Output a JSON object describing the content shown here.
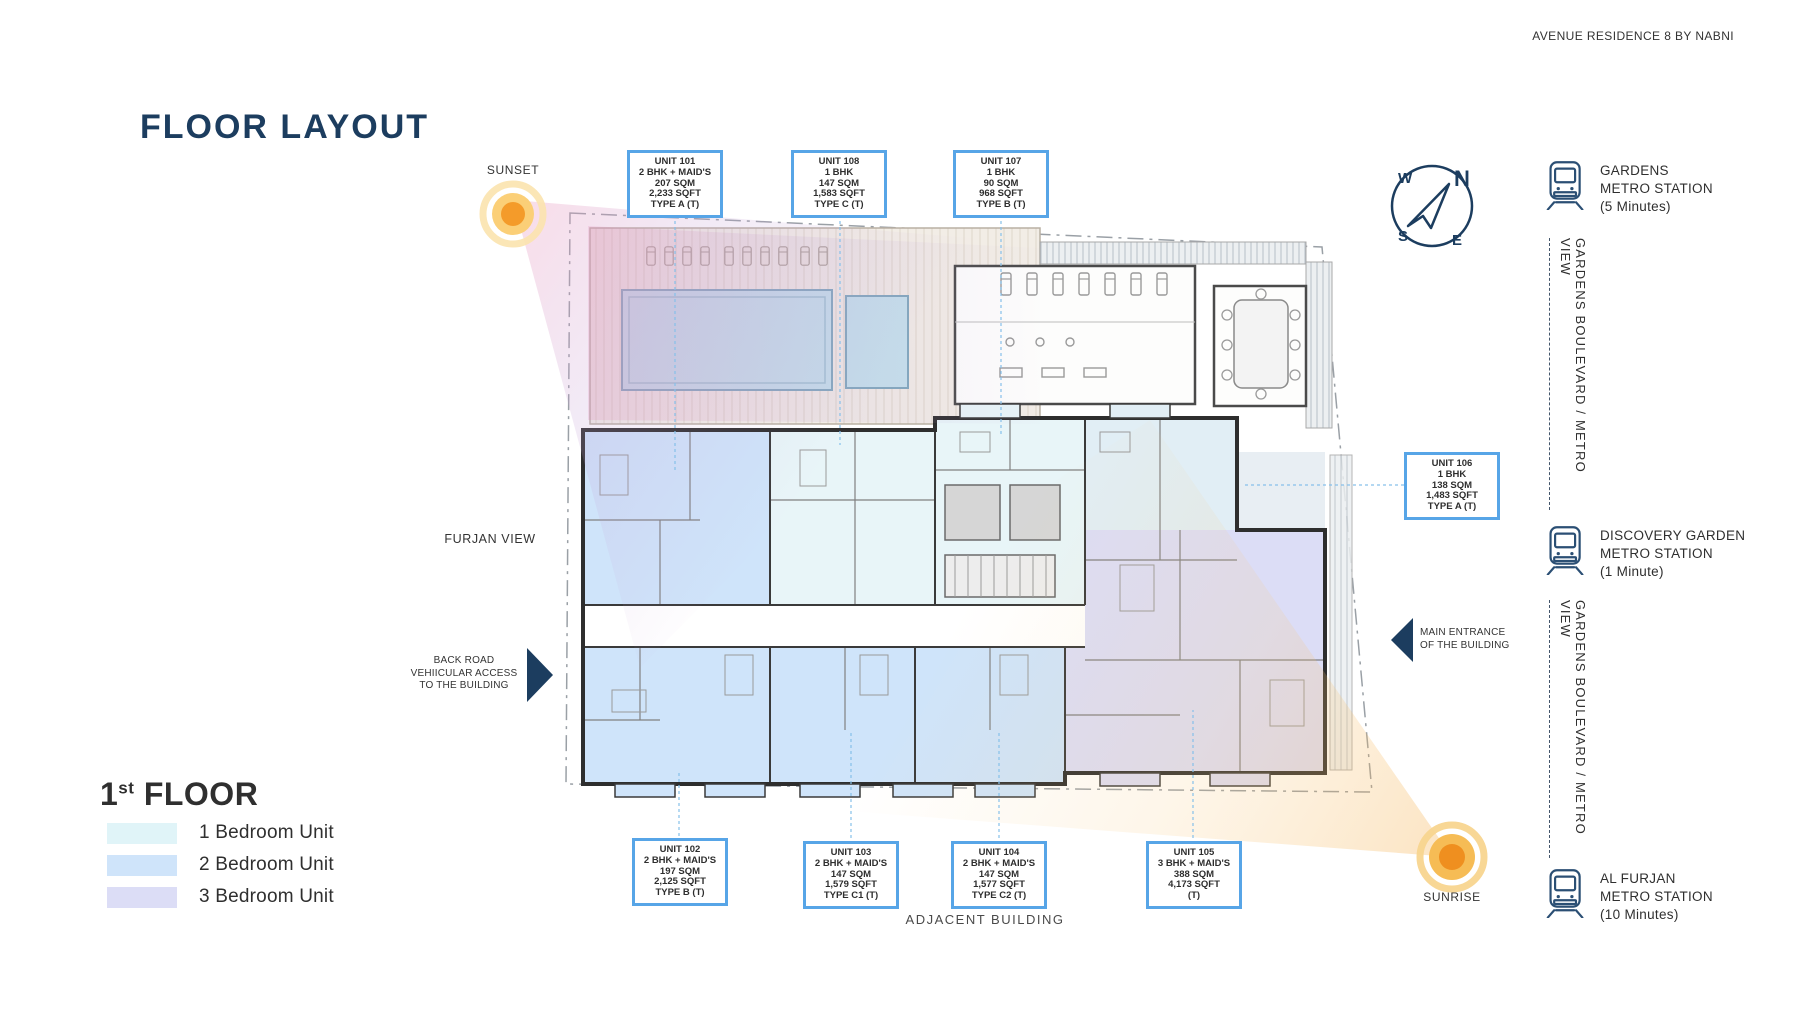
{
  "header": {
    "brand": "AVENUE RESIDENCE 8 BY NABNI",
    "title": "FLOOR LAYOUT"
  },
  "floor": {
    "number": "1",
    "sup": "st",
    "rest": " FLOOR"
  },
  "legend": {
    "items": [
      {
        "label": "1 Bedroom Unit",
        "color": "#E0F4F8"
      },
      {
        "label": "2 Bedroom Unit",
        "color": "#CFE4FA"
      },
      {
        "label": "3 Bedroom Unit",
        "color": "#DCDDF6"
      }
    ]
  },
  "units": {
    "u101": {
      "name": "UNIT 101",
      "config": "2 BHK + MAID'S",
      "sqm": "207 SQM",
      "sqft": "2,233 SQFT",
      "type": "TYPE A (T)"
    },
    "u108": {
      "name": "UNIT 108",
      "config": "1 BHK",
      "sqm": "147 SQM",
      "sqft": "1,583 SQFT",
      "type": "TYPE C (T)"
    },
    "u107": {
      "name": "UNIT 107",
      "config": "1 BHK",
      "sqm": "90 SQM",
      "sqft": "968 SQFT",
      "type": "TYPE B (T)"
    },
    "u106": {
      "name": "UNIT 106",
      "config": "1 BHK",
      "sqm": "138 SQM",
      "sqft": "1,483 SQFT",
      "type": "TYPE A (T)"
    },
    "u102": {
      "name": "UNIT 102",
      "config": "2 BHK + MAID'S",
      "sqm": "197 SQM",
      "sqft": "2,125 SQFT",
      "type": "TYPE B (T)"
    },
    "u103": {
      "name": "UNIT 103",
      "config": "2 BHK + MAID'S",
      "sqm": "147 SQM",
      "sqft": "1,579 SQFT",
      "type": "TYPE C1 (T)"
    },
    "u104": {
      "name": "UNIT 104",
      "config": "2 BHK + MAID'S",
      "sqm": "147 SQM",
      "sqft": "1,577 SQFT",
      "type": "TYPE C2 (T)"
    },
    "u105": {
      "name": "UNIT 105",
      "config": "3 BHK + MAID'S",
      "sqm": "388 SQM",
      "sqft": "4,173 SQFT",
      "type": "(T)"
    }
  },
  "labels": {
    "sunset": "SUNSET",
    "sunrise": "SUNRISE",
    "furjan_view": "FURJAN VIEW",
    "adjacent": "ADJACENT BUILDING",
    "back_road": {
      "line1": "BACK ROAD",
      "line2": "VEHIICULAR ACCESS",
      "line3": "TO THE BUILDING"
    },
    "main_entrance": {
      "line1": "MAIN ENTRANCE",
      "line2": "OF THE BUILDING"
    }
  },
  "compass": {
    "n": "N",
    "s": "S",
    "e": "E",
    "w": "W"
  },
  "stations": [
    {
      "line1": "GARDENS",
      "line2": "METRO STATION",
      "line3": "(5 Minutes)"
    },
    {
      "line1": "DISCOVERY GARDEN",
      "line2": "METRO STATION",
      "line3": "(1 Minute)"
    },
    {
      "line1": "AL FURJAN",
      "line2": "METRO STATION",
      "line3": "(10 Minutes)"
    }
  ],
  "boulevard_label": "GARDENS BOULEVARD / METRO VIEW",
  "colors": {
    "navy": "#1C3D5F",
    "callout_border": "#57A5E7",
    "one_bedroom": "#E0F4F8",
    "two_bedroom": "#CFE4FA",
    "three_bedroom": "#DCDDF6",
    "sun_core": "#F49B2A"
  }
}
